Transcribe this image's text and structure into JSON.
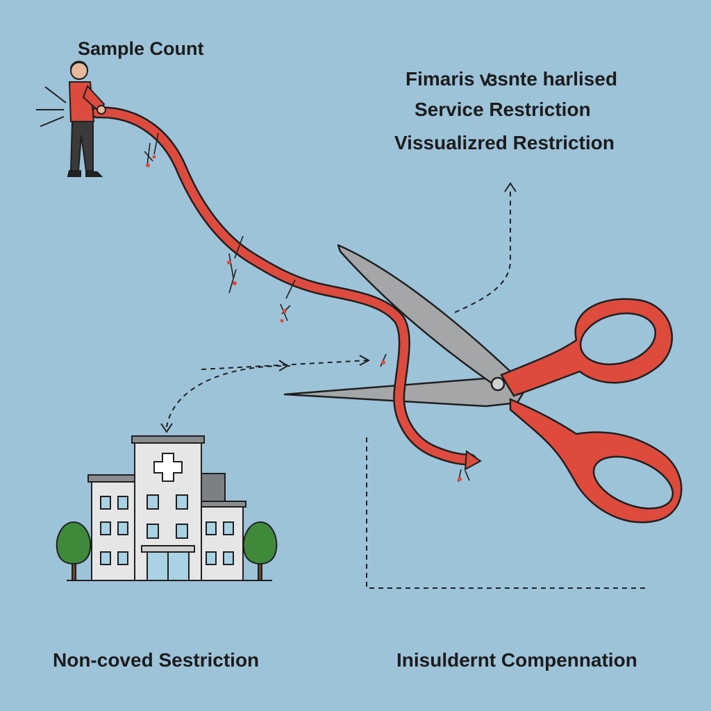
{
  "labels": {
    "sample_count": "Sample Count",
    "top_line_1": "Fimaris ꟃsnte harlised",
    "top_line_2": "Service Restriction",
    "top_line_3": "Vissualizred Restriction",
    "bottom_left": "Non-coved Sestriction",
    "bottom_right": "Inisuldernt Compennation"
  },
  "colors": {
    "background": "#9dc3d9",
    "ribbon": "#dd4b3e",
    "blade": "#a4a6a8",
    "handle": "#de4a3c",
    "outline": "#1f1f1f",
    "tree": "#3f8a3a",
    "building": "#e6e6e6"
  },
  "icons": [
    "person-icon",
    "scissors-icon",
    "hospital-icon",
    "tree-icon"
  ]
}
